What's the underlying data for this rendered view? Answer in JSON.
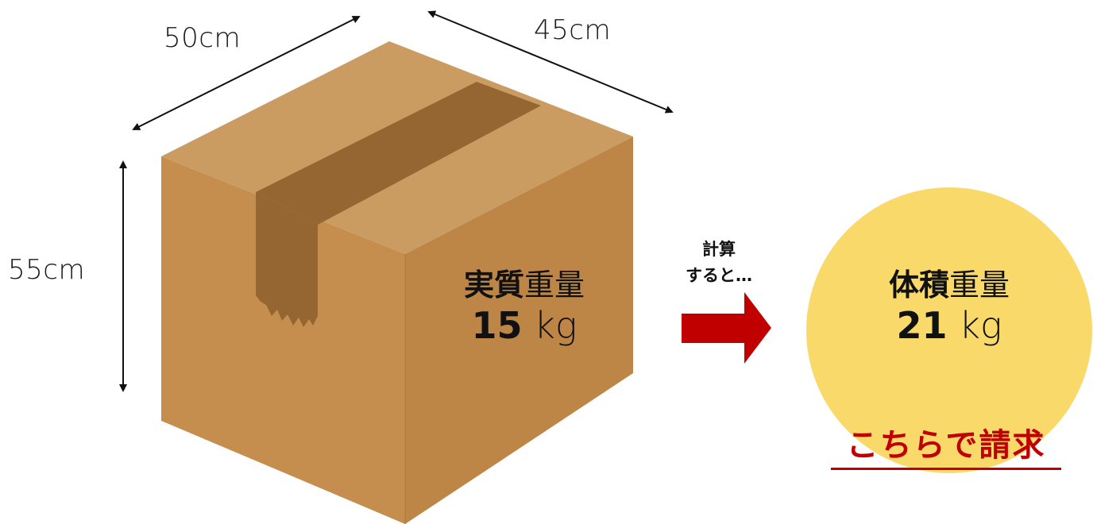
{
  "dimensions": {
    "width_label": "50cm",
    "depth_label": "45cm",
    "height_label": "55cm"
  },
  "box": {
    "label_prefix_bold": "実質",
    "label_suffix": "重量",
    "weight_value": "15",
    "weight_unit": "kg"
  },
  "calculation": {
    "note_line1": "計算",
    "note_line2": "すると…"
  },
  "result": {
    "label_prefix_bold": "体積",
    "label_suffix": "重量",
    "weight_value": "21",
    "weight_unit": "kg",
    "billing_note": "こちらで請求"
  },
  "colors": {
    "box_top": "#CB9C62",
    "box_left": "#C58E4F",
    "box_right": "#BD8647",
    "tape": "#966632",
    "arrow": "#C00000",
    "circle": "#FAD96B",
    "billing_text": "#C00000"
  }
}
